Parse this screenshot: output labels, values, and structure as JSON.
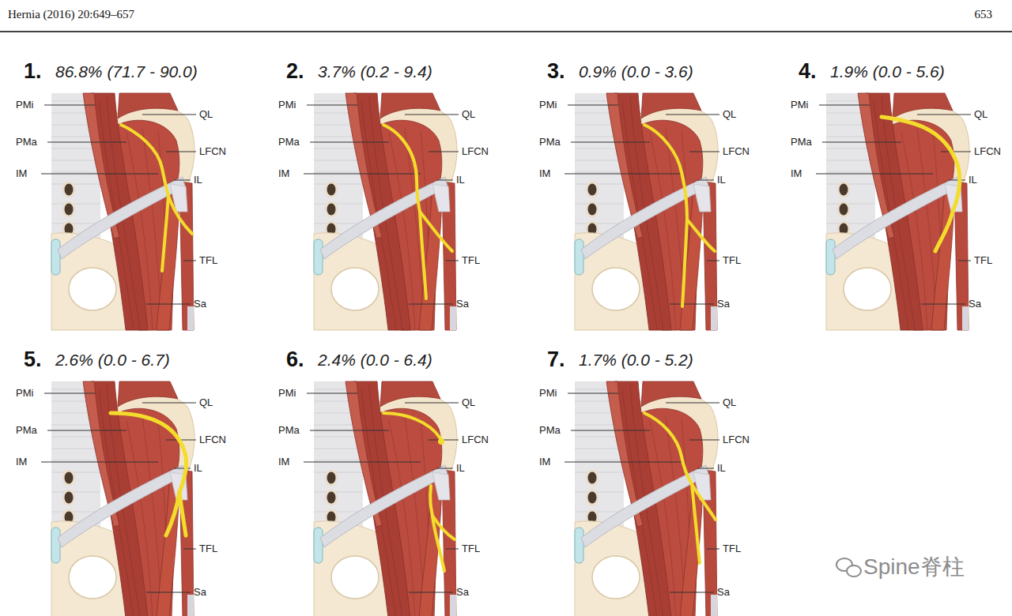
{
  "diagram": {
    "labels": [
      "Hernia (2016) 20:649–657",
      "653",
      "1.",
      "86.8% (71.7 - 90.0)",
      "PMi",
      "QL",
      "PMa",
      "LFCN",
      "IM",
      "IL",
      "TFL",
      "Sa",
      "2.",
      "3.7% (0.2 - 9.4)",
      "PMi",
      "QL",
      "PMa",
      "LFCN",
      "IM",
      "IL",
      "TFL",
      "Sa",
      "3.",
      "0.9% (0.0 - 3.6)",
      "PMi",
      "QL",
      "PMa",
      "LFCN",
      "IM",
      "IL",
      "TFL",
      "Sa",
      "4.",
      "1.9% (0.0 - 5.6)",
      "PMi",
      "QL",
      "PMa",
      "LFCN",
      "IM",
      "IL",
      "TFL",
      "Sa",
      "5.",
      "2.6% (0.0 - 6.7)",
      "PMi",
      "QL",
      "PMa",
      "LFCN",
      "IM",
      "IL",
      "TFL",
      "Sa",
      "6.",
      "2.4% (0.0 - 6.4)",
      "PMi",
      "QL",
      "PMa",
      "LFCN",
      "IM",
      "IL",
      "TFL",
      "Sa",
      "7.",
      "1.7% (0.0 - 5.2)",
      "PMi",
      "QL",
      "PMa",
      "LFCN",
      "IM",
      "IL",
      "TFL",
      "Sa",
      "Spine脊柱"
    ]
  }
}
